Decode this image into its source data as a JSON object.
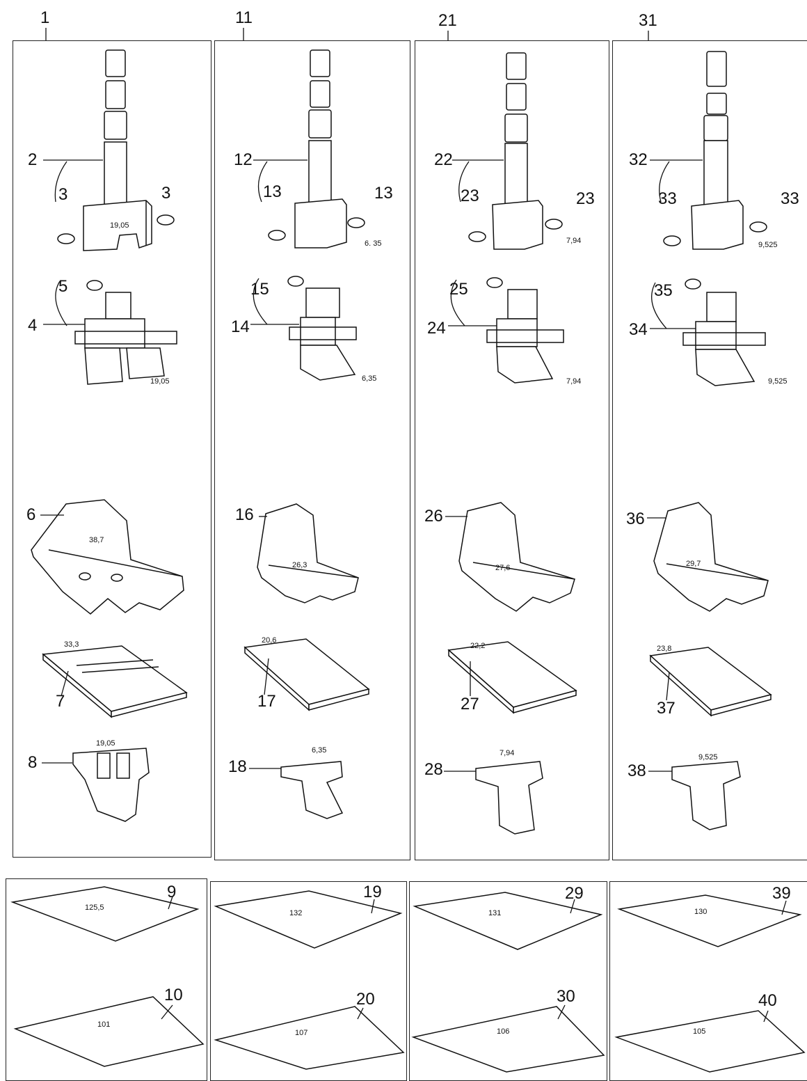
{
  "columns": [
    {
      "number": "1",
      "shank": {
        "label": "2",
        "screw_label_left": "3",
        "screw_label_right": "3",
        "dimension": "19,05"
      },
      "guide": {
        "label": "4",
        "screw_label": "5",
        "dimension": "19,05"
      },
      "foot": {
        "label": "6",
        "dimension": "38,7"
      },
      "needle_plate": {
        "label": "7",
        "dimension": "33,3"
      },
      "feed_dog": {
        "label": "8",
        "dimension": "19,05"
      },
      "slide_top": {
        "label": "9",
        "dimension": "125,5"
      },
      "slide_bottom": {
        "label": "10",
        "dimension": "101"
      }
    },
    {
      "number": "11",
      "shank": {
        "label": "12",
        "screw_label_left": "13",
        "screw_label_right": "13",
        "dimension": "6. 35"
      },
      "guide": {
        "label": "14",
        "screw_label": "15",
        "dimension": "6,35"
      },
      "foot": {
        "label": "16",
        "dimension": "26,3"
      },
      "needle_plate": {
        "label": "17",
        "dimension": "20,6"
      },
      "feed_dog": {
        "label": "18",
        "dimension": "6,35"
      },
      "slide_top": {
        "label": "19",
        "dimension": "132"
      },
      "slide_bottom": {
        "label": "20",
        "dimension": "107"
      }
    },
    {
      "number": "21",
      "shank": {
        "label": "22",
        "screw_label_left": "23",
        "screw_label_right": "23",
        "dimension": "7,94"
      },
      "guide": {
        "label": "24",
        "screw_label": "25",
        "dimension": "7,94"
      },
      "foot": {
        "label": "26",
        "dimension": "27,6"
      },
      "needle_plate": {
        "label": "27",
        "dimension": "22,2"
      },
      "feed_dog": {
        "label": "28",
        "dimension": "7,94"
      },
      "slide_top": {
        "label": "29",
        "dimension": "131"
      },
      "slide_bottom": {
        "label": "30",
        "dimension": "106"
      }
    },
    {
      "number": "31",
      "shank": {
        "label": "32",
        "screw_label_left": "33",
        "screw_label_right": "33",
        "dimension": "9,525"
      },
      "guide": {
        "label": "34",
        "screw_label": "35",
        "dimension": "9,525"
      },
      "foot": {
        "label": "36",
        "dimension": "29,7"
      },
      "needle_plate": {
        "label": "37",
        "dimension": "23,8"
      },
      "feed_dog": {
        "label": "38",
        "dimension": "9,525"
      },
      "slide_top": {
        "label": "39",
        "dimension": "130"
      },
      "slide_bottom": {
        "label": "40",
        "dimension": "105"
      }
    }
  ]
}
